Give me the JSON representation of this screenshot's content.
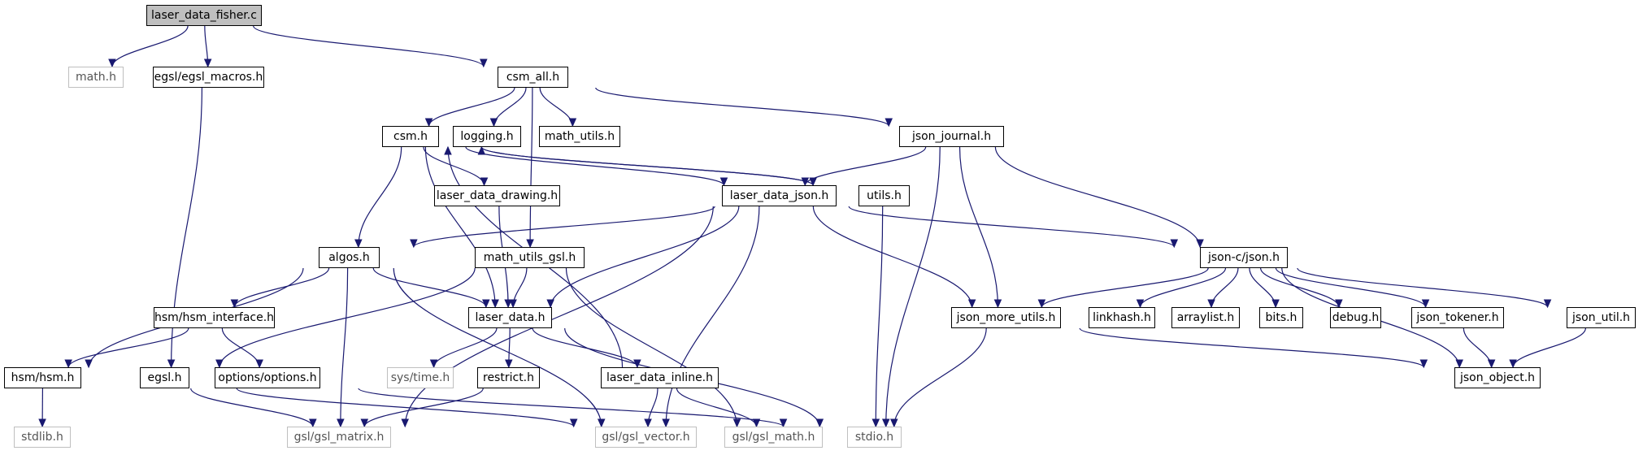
{
  "diagram": {
    "nodes": {
      "laser_data_fisher_c": {
        "label": "laser_data_fisher.c",
        "kind": "root"
      },
      "math_h": {
        "label": "math.h",
        "kind": "system"
      },
      "egsl_macros_h": {
        "label": "egsl/egsl_macros.h",
        "kind": "file"
      },
      "csm_all_h": {
        "label": "csm_all.h",
        "kind": "file"
      },
      "csm_h": {
        "label": "csm.h",
        "kind": "file"
      },
      "logging_h": {
        "label": "logging.h",
        "kind": "file"
      },
      "math_utils_h": {
        "label": "math_utils.h",
        "kind": "file"
      },
      "json_journal_h": {
        "label": "json_journal.h",
        "kind": "file"
      },
      "laser_data_drawing_h": {
        "label": "laser_data_drawing.h",
        "kind": "file"
      },
      "laser_data_json_h": {
        "label": "laser_data_json.h",
        "kind": "file"
      },
      "utils_h": {
        "label": "utils.h",
        "kind": "file"
      },
      "algos_h": {
        "label": "algos.h",
        "kind": "file"
      },
      "math_utils_gsl_h": {
        "label": "math_utils_gsl.h",
        "kind": "file"
      },
      "json_c_json_h": {
        "label": "json-c/json.h",
        "kind": "file"
      },
      "hsm_interface_h": {
        "label": "hsm/hsm_interface.h",
        "kind": "file"
      },
      "laser_data_h": {
        "label": "laser_data.h",
        "kind": "file"
      },
      "json_more_utils_h": {
        "label": "json_more_utils.h",
        "kind": "file"
      },
      "linkhash_h": {
        "label": "linkhash.h",
        "kind": "file"
      },
      "arraylist_h": {
        "label": "arraylist.h",
        "kind": "file"
      },
      "bits_h": {
        "label": "bits.h",
        "kind": "file"
      },
      "debug_h": {
        "label": "debug.h",
        "kind": "file"
      },
      "json_tokener_h": {
        "label": "json_tokener.h",
        "kind": "file"
      },
      "json_util_h": {
        "label": "json_util.h",
        "kind": "file"
      },
      "hsm_h": {
        "label": "hsm/hsm.h",
        "kind": "file"
      },
      "egsl_h": {
        "label": "egsl.h",
        "kind": "file"
      },
      "options_h": {
        "label": "options/options.h",
        "kind": "file"
      },
      "sys_time_h": {
        "label": "sys/time.h",
        "kind": "system"
      },
      "restrict_h": {
        "label": "restrict.h",
        "kind": "file"
      },
      "laser_data_inline_h": {
        "label": "laser_data_inline.h",
        "kind": "file"
      },
      "json_object_h": {
        "label": "json_object.h",
        "kind": "file"
      },
      "stdlib_h": {
        "label": "stdlib.h",
        "kind": "system"
      },
      "gsl_matrix_h": {
        "label": "gsl/gsl_matrix.h",
        "kind": "system"
      },
      "gsl_vector_h": {
        "label": "gsl/gsl_vector.h",
        "kind": "system"
      },
      "gsl_math_h": {
        "label": "gsl/gsl_math.h",
        "kind": "system"
      },
      "stdio_h": {
        "label": "stdio.h",
        "kind": "system"
      }
    },
    "edges": [
      [
        "laser_data_fisher_c",
        "math_h"
      ],
      [
        "laser_data_fisher_c",
        "egsl_macros_h"
      ],
      [
        "laser_data_fisher_c",
        "csm_all_h"
      ],
      [
        "egsl_macros_h",
        "egsl_h"
      ],
      [
        "csm_all_h",
        "csm_h"
      ],
      [
        "csm_all_h",
        "logging_h"
      ],
      [
        "csm_all_h",
        "math_utils_h"
      ],
      [
        "csm_all_h",
        "json_journal_h"
      ],
      [
        "csm_all_h",
        "math_utils_gsl_h"
      ],
      [
        "csm_h",
        "laser_data_drawing_h"
      ],
      [
        "csm_h",
        "laser_data_json_h"
      ],
      [
        "csm_h",
        "utils_h"
      ],
      [
        "csm_h",
        "algos_h"
      ],
      [
        "csm_h",
        "laser_data_h"
      ],
      [
        "json_journal_h",
        "laser_data_json_h"
      ],
      [
        "json_journal_h",
        "json_c_json_h"
      ],
      [
        "json_journal_h",
        "json_more_utils_h"
      ],
      [
        "json_journal_h",
        "stdio_h"
      ],
      [
        "laser_data_drawing_h",
        "laser_data_h"
      ],
      [
        "laser_data_json_h",
        "algos_h"
      ],
      [
        "laser_data_json_h",
        "laser_data_h"
      ],
      [
        "laser_data_json_h",
        "json_c_json_h"
      ],
      [
        "laser_data_json_h",
        "json_more_utils_h"
      ],
      [
        "laser_data_json_h",
        "gsl_matrix_h"
      ],
      [
        "laser_data_json_h",
        "gsl_vector_h"
      ],
      [
        "utils_h",
        "csm_h"
      ],
      [
        "utils_h",
        "stdio_h"
      ],
      [
        "algos_h",
        "laser_data_h"
      ],
      [
        "algos_h",
        "hsm_interface_h"
      ],
      [
        "algos_h",
        "hsm_h"
      ],
      [
        "algos_h",
        "gsl_matrix_h"
      ],
      [
        "algos_h",
        "gsl_vector_h"
      ],
      [
        "math_utils_gsl_h",
        "laser_data_h"
      ],
      [
        "math_utils_gsl_h",
        "egsl_h"
      ],
      [
        "math_utils_gsl_h",
        "gsl_math_h"
      ],
      [
        "json_c_json_h",
        "json_more_utils_h"
      ],
      [
        "json_c_json_h",
        "linkhash_h"
      ],
      [
        "json_c_json_h",
        "arraylist_h"
      ],
      [
        "json_c_json_h",
        "bits_h"
      ],
      [
        "json_c_json_h",
        "debug_h"
      ],
      [
        "json_c_json_h",
        "json_tokener_h"
      ],
      [
        "json_c_json_h",
        "json_util_h"
      ],
      [
        "json_c_json_h",
        "json_object_h"
      ],
      [
        "hsm_interface_h",
        "hsm_h"
      ],
      [
        "hsm_interface_h",
        "options_h"
      ],
      [
        "laser_data_h",
        "sys_time_h"
      ],
      [
        "laser_data_h",
        "restrict_h"
      ],
      [
        "laser_data_h",
        "laser_data_inline_h"
      ],
      [
        "laser_data_h",
        "stdio_h"
      ],
      [
        "laser_data_inline_h",
        "csm_h"
      ],
      [
        "laser_data_inline_h",
        "gsl_vector_h"
      ],
      [
        "laser_data_inline_h",
        "gsl_math_h"
      ],
      [
        "json_more_utils_h",
        "json_object_h"
      ],
      [
        "json_more_utils_h",
        "stdio_h"
      ],
      [
        "json_tokener_h",
        "json_object_h"
      ],
      [
        "json_util_h",
        "json_object_h"
      ],
      [
        "hsm_h",
        "stdlib_h"
      ],
      [
        "egsl_h",
        "gsl_matrix_h"
      ],
      [
        "egsl_h",
        "gsl_vector_h"
      ],
      [
        "options_h",
        "stdio_h"
      ],
      [
        "restrict_h",
        "gsl_matrix_h"
      ]
    ]
  }
}
